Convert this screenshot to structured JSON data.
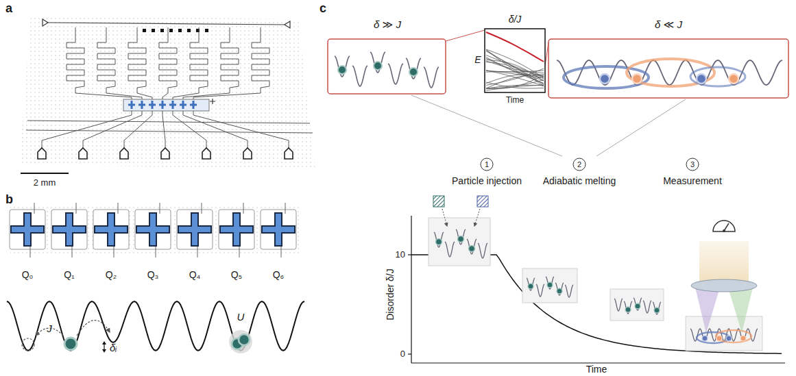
{
  "diagram": {
    "labels": [
      "a",
      "2 mm",
      "b",
      "Q₀",
      "Q₁",
      "Q₂",
      "Q₃",
      "Q₄",
      "Q₅",
      "Q₆",
      "J",
      "δᵢ",
      "U",
      "c",
      "δ ≫ J",
      "δ/J",
      "δ ≪ J",
      "E",
      "Time",
      "1",
      "Particle injection",
      "2",
      "Adiabatic melting",
      "3",
      "Measurement",
      "Disorder δ/J",
      "10",
      "0",
      "Time"
    ]
  }
}
